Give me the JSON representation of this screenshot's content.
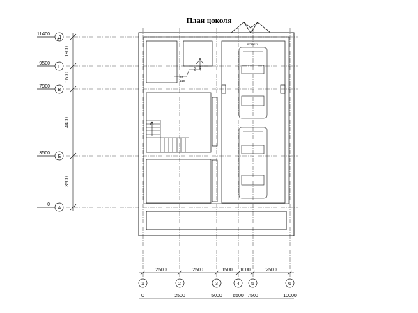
{
  "title": "План цоколя",
  "row_axes": [
    {
      "letter": "Д",
      "elev": "11400"
    },
    {
      "letter": "Г",
      "elev": "9500"
    },
    {
      "letter": "В",
      "elev": "7900"
    },
    {
      "letter": "Б",
      "elev": "3500"
    },
    {
      "letter": "А",
      "elev": "0"
    }
  ],
  "row_spacings": [
    "1900",
    "1600",
    "4400",
    "3500"
  ],
  "col_axes": [
    {
      "num": "1",
      "coord": "0"
    },
    {
      "num": "2",
      "coord": "2500"
    },
    {
      "num": "3",
      "coord": "5000"
    },
    {
      "num": "4",
      "coord": "6500"
    },
    {
      "num": "5",
      "coord": "7500"
    },
    {
      "num": "6",
      "coord": "10000"
    }
  ],
  "col_spacings": [
    "2500",
    "2500",
    "1500",
    "1000",
    "2500"
  ],
  "small_labels": {
    "stair_a": "80",
    "stair_b": "110",
    "stair_c": "80",
    "stair_d": "110",
    "garage_note": "ВОРОТА"
  }
}
